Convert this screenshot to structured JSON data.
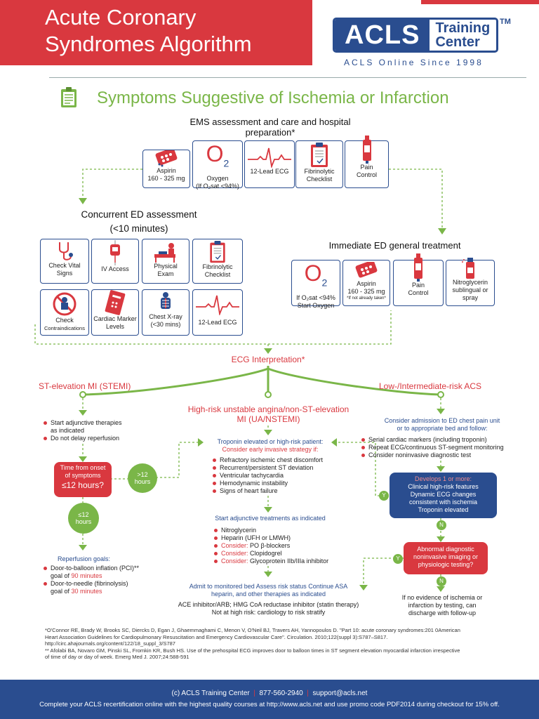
{
  "header": {
    "title_line1": "Acute Coronary",
    "title_line2": "Syndromes Algorithm",
    "logo_acls": "ACLS",
    "logo_training": "Training",
    "logo_center": "Center",
    "logo_tm": "TM",
    "tagline": "ACLS Online Since 1998"
  },
  "symptoms_title": "Symptoms Suggestive of Ischemia or Infarction",
  "ems": {
    "heading_line1": "EMS assessment and care and hospital",
    "heading_line2": "preparation*",
    "items": [
      {
        "icon": "pill-pack-icon",
        "line1": "Aspirin",
        "line2": "160 - 325 mg"
      },
      {
        "icon": "oxygen-icon",
        "label_o": "O",
        "label_sub": "2",
        "line1": "Oxygen",
        "line2": "(If O₂sat <94%)"
      },
      {
        "icon": "ecg-icon",
        "line1": "12-Lead ECG"
      },
      {
        "icon": "clipboard-icon",
        "line1": "Fibrinolytic",
        "line2": "Checklist"
      },
      {
        "icon": "pain-control-icon",
        "line1": "Pain",
        "line2": "Control"
      }
    ]
  },
  "concurrent": {
    "heading_line1": "Concurrent ED assessment",
    "heading_line2": "(<10 minutes)",
    "items": [
      {
        "icon": "stethoscope-icon",
        "line1": "Check Vital",
        "line2": "Signs"
      },
      {
        "icon": "iv-bag-icon",
        "line1": "IV Access"
      },
      {
        "icon": "physical-exam-icon",
        "line1": "Physical",
        "line2": "Exam"
      },
      {
        "icon": "clipboard-icon",
        "line1": "Fibrinolytic",
        "line2": "Checklist"
      },
      {
        "icon": "no-entry-icon",
        "line1": "Check",
        "line2": "Contraindications"
      },
      {
        "icon": "cardiac-markers-icon",
        "line1": "Cardiac Marker",
        "line2": "Levels"
      },
      {
        "icon": "xray-icon",
        "line1": "Chest X-ray",
        "line2": "(<30 mins)"
      },
      {
        "icon": "ecg-icon",
        "line1": "12-Lead ECG"
      }
    ]
  },
  "immediate": {
    "heading": "Immediate ED general treatment",
    "items": [
      {
        "icon": "oxygen-icon",
        "label_o": "O",
        "label_sub": "2",
        "line1": "If O₂sat <94%",
        "line2": "Start Oxygen"
      },
      {
        "icon": "pill-pack-icon",
        "line1": "Aspirin",
        "line2": "160 - 325 mg",
        "line3": "*If not already taken*"
      },
      {
        "icon": "pain-control-icon",
        "line1": "Pain",
        "line2": "Control"
      },
      {
        "icon": "nitro-spray-icon",
        "line1": "Nitroglycerin",
        "line2": "sublingual or",
        "line3": "spray"
      }
    ]
  },
  "ecg_interpretation": "ECG Interpretation*",
  "stemi": {
    "heading": "ST-elevation MI (STEMI)",
    "bullets": [
      "Start adjunctive therapies",
      "as indicated",
      "Do not delay reperfusion"
    ],
    "time_box_line1": "Time from onset",
    "time_box_line2": "of symptoms",
    "time_box_line3": "≤12 hours?",
    "gt12_line1": ">12",
    "gt12_line2": "hours",
    "le12_line1": "≤12",
    "le12_line2": "hours",
    "goals_title": "Reperfusion goals:",
    "goal1_line1": "Door-to-balloon inflation (PCI)**",
    "goal1_line2_pre": "goal of ",
    "goal1_line2_val": "90 minutes",
    "goal2_line1": "Door-to-needle (fibrinolysis)",
    "goal2_line2_pre": "goal of ",
    "goal2_line2_val": "30 minutes"
  },
  "nstemi": {
    "heading_line1": "High-risk unstable angina/non-ST-elevation",
    "heading_line2": "MI (UA/NSTEMI)",
    "trop_line1": "Troponin elevated or high-risk patient:",
    "trop_line2": "Consider early invasive strategy if:",
    "criteria": [
      "Refractory ischemic chest discomfort",
      "Recurrent/persistent ST deviation",
      "Ventricular tachycardia",
      "Hemodynamic instability",
      "Signs of heart failure"
    ],
    "adjunct_title": "Start adjunctive treatments as indicated",
    "treat1": "Nitroglycerin",
    "treat2": "Heparin (UFH or LMWH)",
    "consider": "Consider:",
    "treat3": "PO β-blockers",
    "treat4": "Clopidogrel",
    "treat5": "Glycoprotein IIb/IIIa inhibitor",
    "admit_line1": "Admit to monitored bed Assess risk status Continue ASA",
    "admit_line2": "heparin, and other therapies as indicated",
    "ace_line1": "ACE inhibitor/ARB; HMG CoA reductase inhibitor (statin therapy)",
    "ace_line2": "Not at high risk: cardiology to risk stratify"
  },
  "lowrisk": {
    "heading": "Low-/Intermediate-risk ACS",
    "consider_line1": "Consider admission to ED chest pain unit",
    "consider_line2": "or to appropriate bed and follow:",
    "bullets": [
      "Serial cardiac markers (including troponin)",
      "Repeat ECG/continuous ST-segment monitoring",
      "Consider noninvasive diagnostic test"
    ],
    "develops_title": "Develops 1 or more:",
    "develops_items": [
      "Clinical high-risk features",
      "Dynamic ECG changes",
      "consistent with ischemia",
      "Troponin elevated"
    ],
    "abnormal_line1": "Abnormal diagnostic",
    "abnormal_line2": "noninvasive imaging or",
    "abnormal_line3": "physiologic testing?",
    "no_evidence_line1": "If no evidence of ischemia or",
    "no_evidence_line2": "infarction by testing, can",
    "no_evidence_line3": "discharge with follow-up",
    "yes": "Y",
    "no": "N"
  },
  "references": {
    "ref1_line1": "*O'Connor RE, Brady W, Brooks SC, Diercks D, Egan J, Ghaemmaghami C, Menon V, O'Neil BJ, Travers AH, Yannopoulos D. \"Part 10: acute coronary syndromes:201 0American",
    "ref1_line2": "Heart Association Guidelines for Cardiopulmonary Resuscitation and Emergency Cardiovascular Care\". Circulation. 2010;122(suppl 3):S787–S817.",
    "ref1_line3": "http://circ.ahajournals.org/content/122/18_suppl_3/S787",
    "ref2_line1": "** Afolabi BA, Novaro GM, Pinski SL, Fromkin KR, Bush HS. Use of the prehospital ECG improves door to balloon times in ST segment elevation myocardial infarction irrespective",
    "ref2_line2": "of time of day or day of week. Emerg Med J. 2007;24:588-591"
  },
  "footer": {
    "copyright": "(c) ACLS Training Center",
    "sep": "|",
    "phone": "877-560-2940",
    "email": "support@acls.net",
    "promo": "Complete your ACLS recertification online with the highest quality courses at http://www.acls.net and use promo code PDF2014 during checkout for 15% off."
  },
  "colors": {
    "red": "#d9383f",
    "navy": "#2a4d8f",
    "green": "#7ab648"
  }
}
